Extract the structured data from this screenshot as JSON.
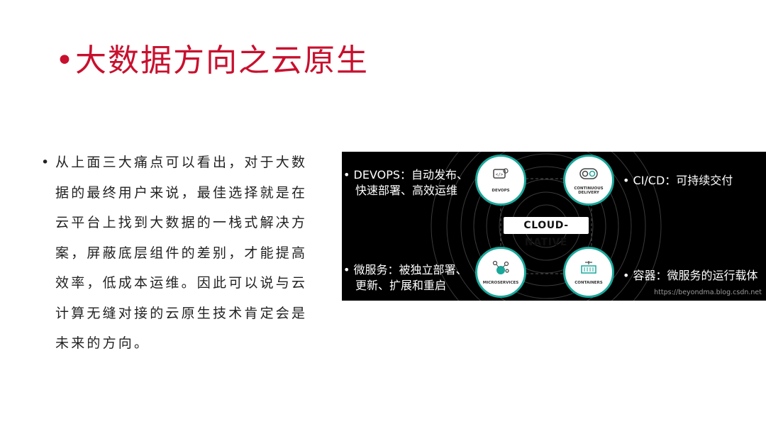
{
  "slide": {
    "title": "•大数据方向之云原生",
    "bullet": "•",
    "paragraph": "从上面三大痛点可以看出，对于大数据的最终用户来说，最佳选择就是在云平台上找到大数据的一栈式解决方案，屏蔽底层组件的差别，才能提高效率，低成本运维。因此可以说与云计算无缝对接的云原生技术肯定会是未来的方向。"
  },
  "figure": {
    "center_label": "CLOUD-NATIVE",
    "devops_line1": "• DEVOPS：自动发布、",
    "devops_line2": "快速部署、高效运维",
    "cicd": "• CI/CD：可持续交付",
    "micro_line1": "• 微服务：被独立部署、",
    "micro_line2": "更新、扩展和重启",
    "containers": "• 容器：微服务的运行载体",
    "nodes": {
      "devops": "DEVOPS",
      "cd_line1": "CONTINUOUS",
      "cd_line2": "DELIVERY",
      "micro": "MICROSERVICES",
      "containers": "CONTAINERS"
    },
    "watermark": "https://beyondma.blog.csdn.net",
    "accent_color": "#1aa89b"
  }
}
